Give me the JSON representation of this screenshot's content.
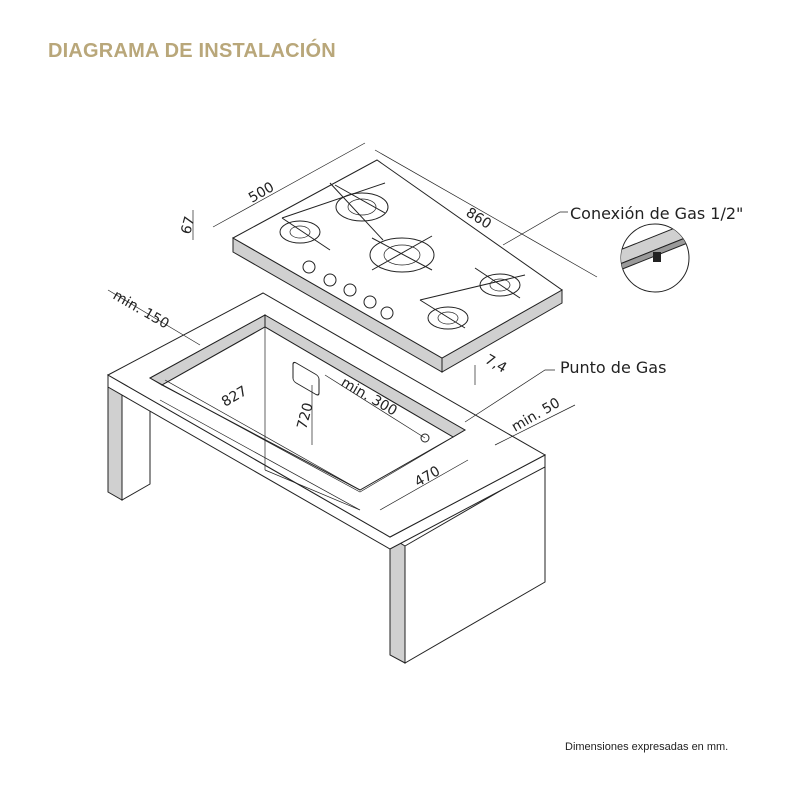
{
  "title": "DIAGRAMA DE INSTALACIÓN",
  "accent_color": "#b9a77a",
  "labels": {
    "gas_connection": "Conexión de Gas 1/2\"",
    "gas_point": "Punto de Gas"
  },
  "dimensions": {
    "depth": "500",
    "width": "860",
    "height": "67",
    "glass": "7,4",
    "min_back": "min. 150",
    "cutout_width": "827",
    "floor_height": "720",
    "min_side": "min. 300",
    "min_front": "min. 50",
    "cutout_depth": "470"
  },
  "footnote": "Dimensiones expresadas en mm."
}
